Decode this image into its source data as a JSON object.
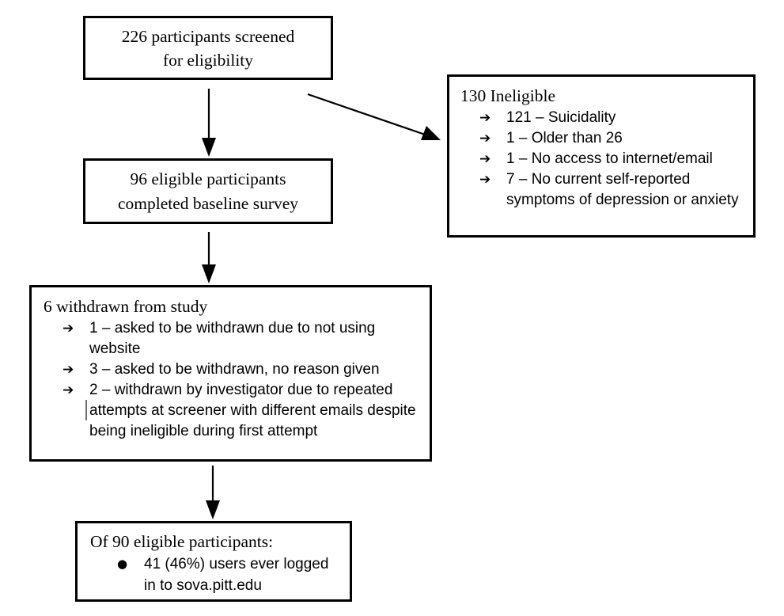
{
  "diagram": {
    "title": "CONSORT-style participant flow diagram",
    "colors": {
      "border": "#000000",
      "background": "#ffffff",
      "text": "#000000",
      "artifact_tick": "#6f6f6f"
    },
    "boxes": {
      "screened": {
        "line1": "226 participants screened",
        "line2": "for eligibility"
      },
      "baseline": {
        "line1": "96 eligible participants",
        "line2": "completed baseline survey"
      },
      "ineligible": {
        "heading": "130 Ineligible",
        "bullet_glyph": "➔",
        "items": [
          "121 – Suicidality",
          "1 – Older than 26",
          "1 – No access to internet/email",
          "7 – No current self-reported symptoms of depression or anxiety"
        ]
      },
      "withdrawn": {
        "heading": "6 withdrawn from study",
        "bullet_glyph": "➔",
        "items": [
          "1 – asked to be withdrawn due to not using website",
          "3 – asked to be withdrawn, no reason given",
          "2 – withdrawn by investigator due to repeated attempts at screener with different emails despite being ineligible during first attempt"
        ]
      },
      "loggedin": {
        "heading": "Of 90 eligible participants:",
        "bullet_glyph": "●",
        "items": [
          "41 (46%) users ever logged in to sova.pitt.edu"
        ]
      }
    },
    "connectors": [
      {
        "name": "screened-to-baseline",
        "type": "arrow-down"
      },
      {
        "name": "screened-to-ineligible",
        "type": "arrow-diagonal"
      },
      {
        "name": "baseline-to-withdrawn",
        "type": "arrow-down"
      },
      {
        "name": "withdrawn-to-loggedin",
        "type": "arrow-down"
      }
    ]
  }
}
